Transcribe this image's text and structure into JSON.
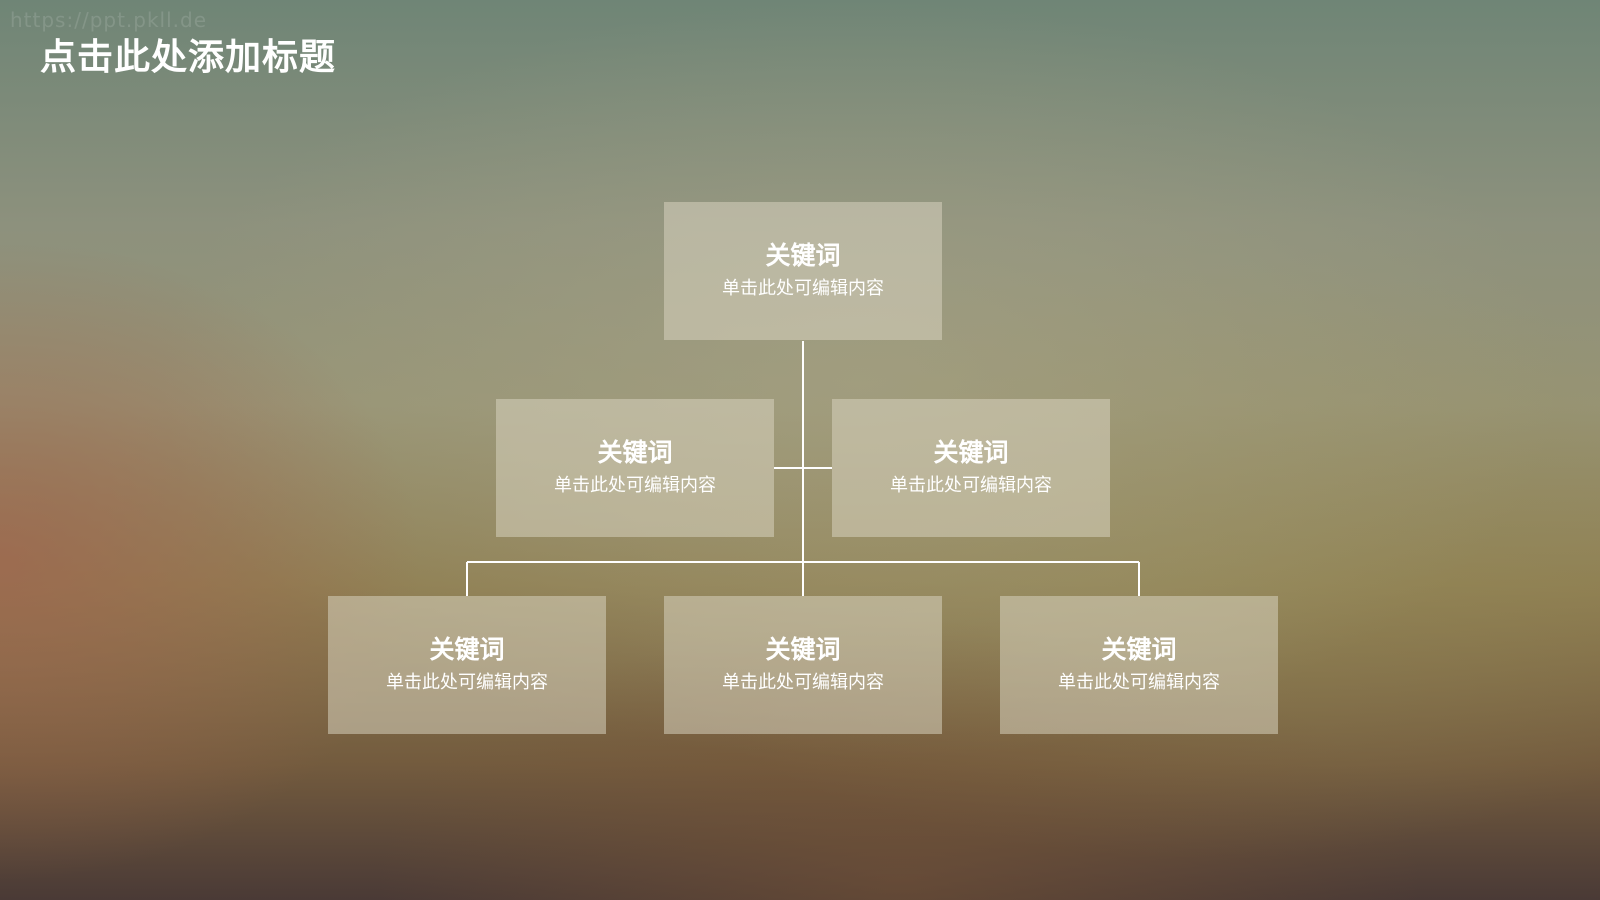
{
  "watermark": "https://ppt.pkll.de",
  "title": "点击此处添加标题",
  "nodes": [
    {
      "title": "关键词",
      "subtitle": "单击此处可编辑内容"
    },
    {
      "title": "关键词",
      "subtitle": "单击此处可编辑内容"
    },
    {
      "title": "关键词",
      "subtitle": "单击此处可编辑内容"
    },
    {
      "title": "关键词",
      "subtitle": "单击此处可编辑内容"
    },
    {
      "title": "关键词",
      "subtitle": "单击此处可编辑内容"
    },
    {
      "title": "关键词",
      "subtitle": "单击此处可编辑内容"
    }
  ],
  "colors": {
    "connector": "#ffffff",
    "text": "#ffffff"
  }
}
